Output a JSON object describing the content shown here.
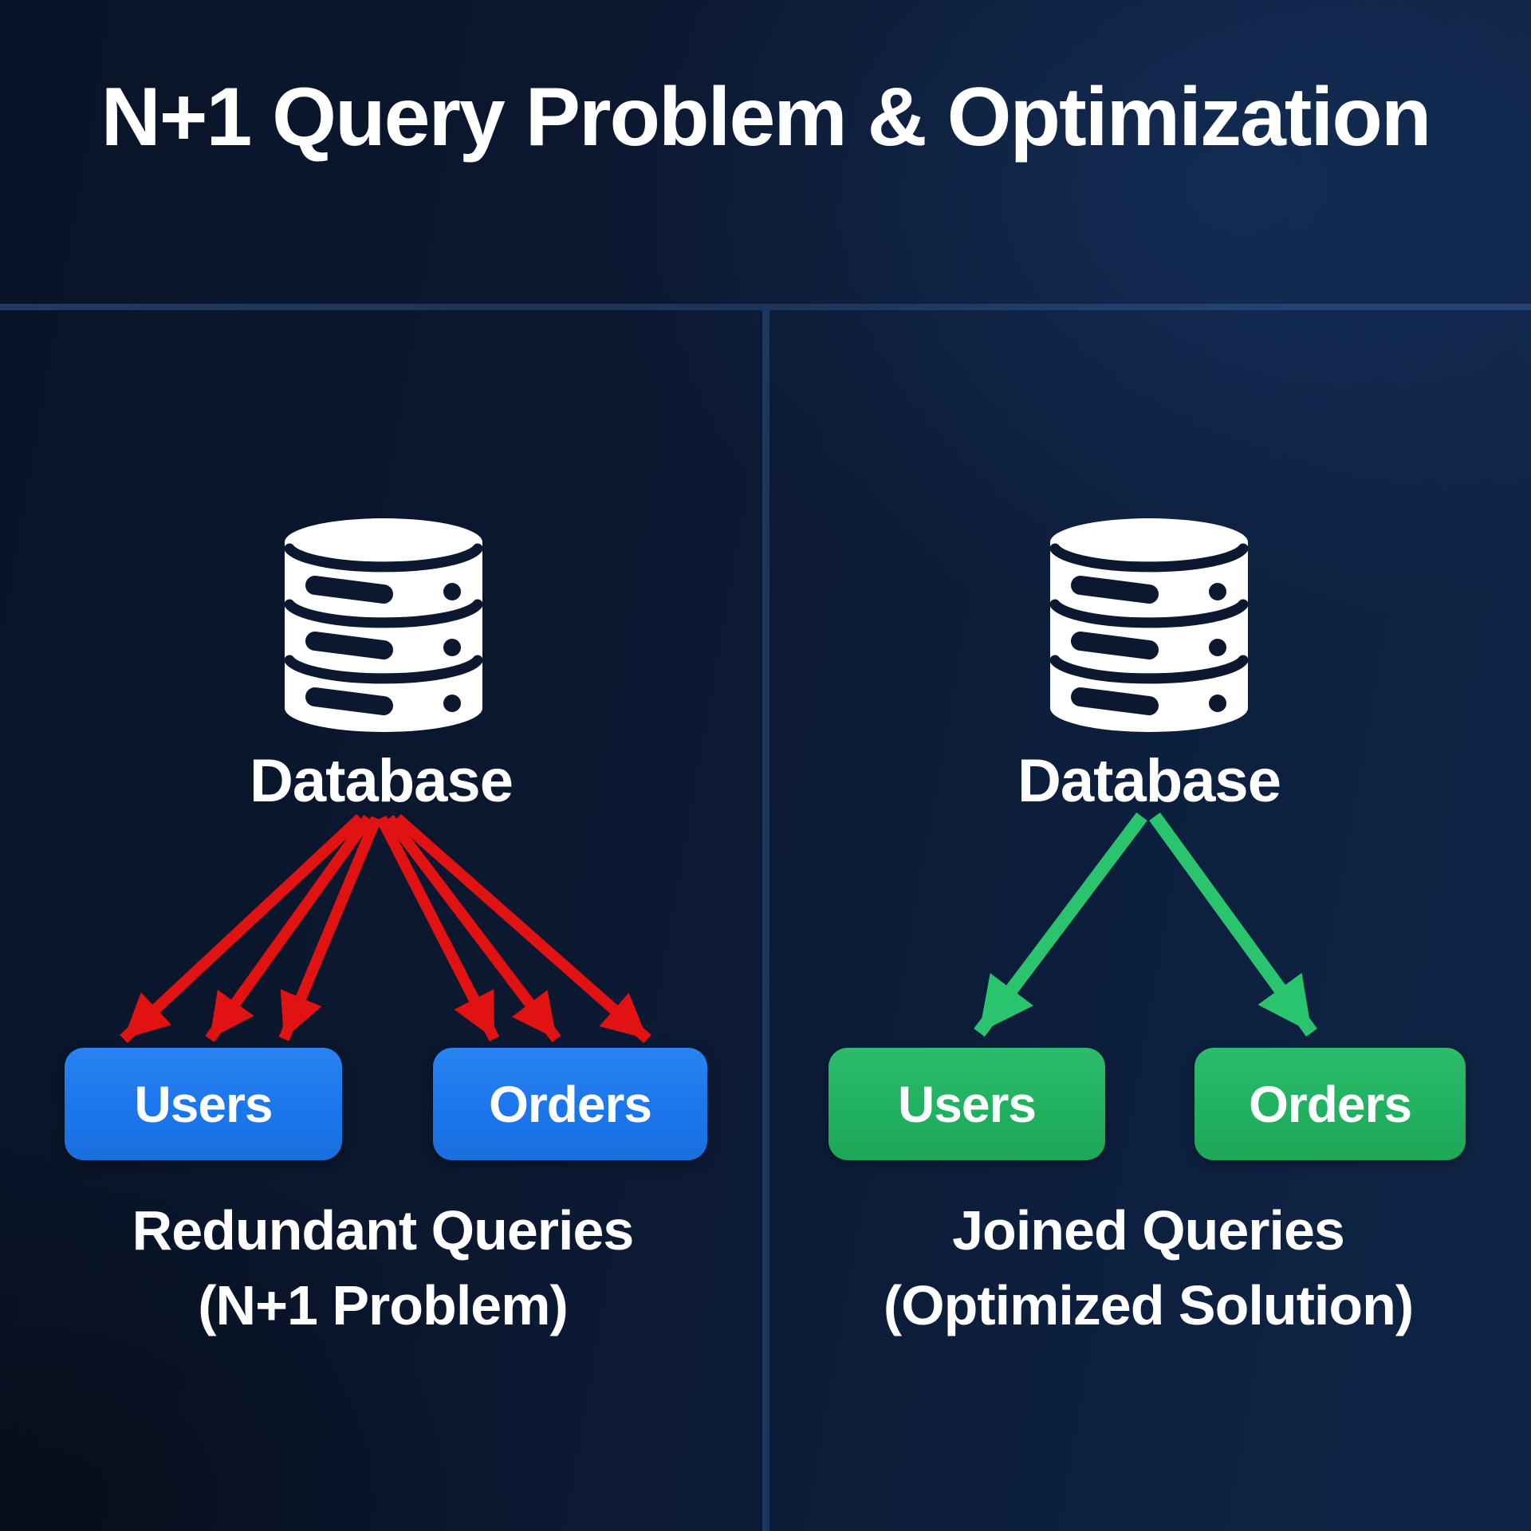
{
  "title": "N+1 Query Problem & Optimization",
  "colors": {
    "red": "#e01212",
    "green": "#2bc46e",
    "blue": "#1b76ec",
    "greenbox": "#21b161",
    "icondark": "#0b1830",
    "divider": "#16365f",
    "background": "#0c1b36",
    "text": "#ffffff"
  },
  "left_panel": {
    "database_label": "Database",
    "users_label": "Users",
    "orders_label": "Orders",
    "caption_line1": "Redundant Queries",
    "caption_line2": "(N+1 Problem)",
    "arrow_count": 6
  },
  "right_panel": {
    "database_label": "Database",
    "users_label": "Users",
    "orders_label": "Orders",
    "caption_line1": "Joined Queries",
    "caption_line2": "(Optimized Solution)",
    "arrow_count": 2
  }
}
